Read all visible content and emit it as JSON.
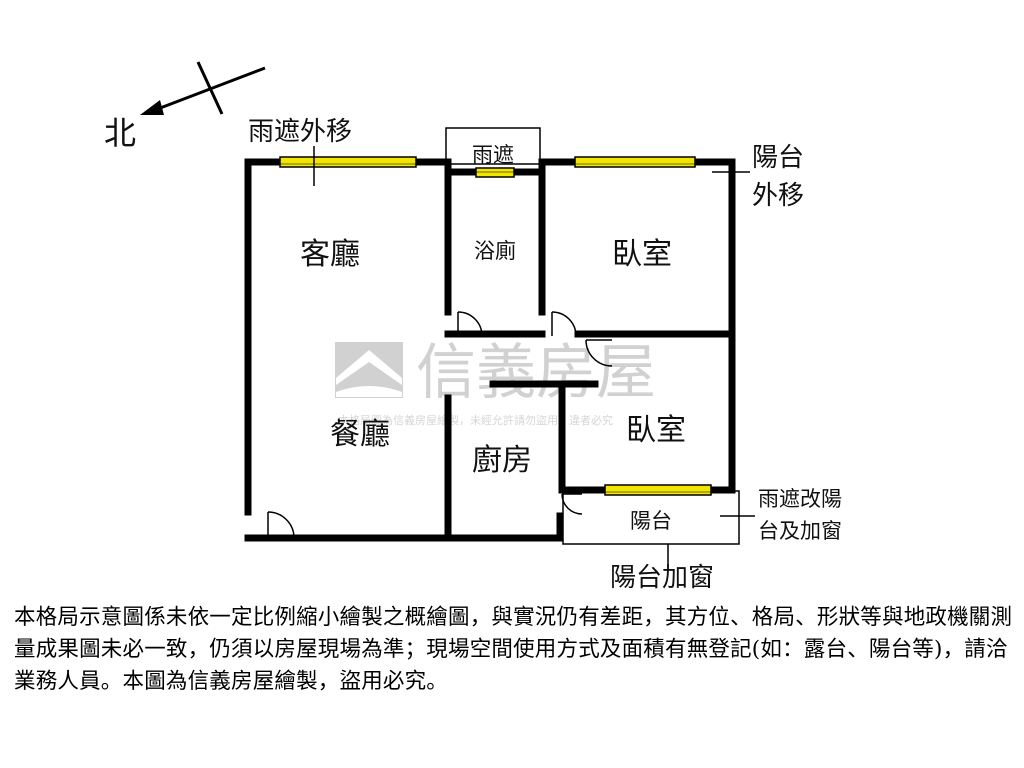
{
  "compass": {
    "north_label": "北"
  },
  "rooms": {
    "living_room": "客廳",
    "dining_room": "餐廳",
    "bathroom": "浴廁",
    "bedroom_1": "臥室",
    "bedroom_2": "臥室",
    "kitchen": "廚房",
    "balcony": "陽台",
    "rain_cover": "雨遮"
  },
  "annotations": {
    "rain_cover_moved_out": "雨遮外移",
    "balcony_moved_out_line1": "陽台",
    "balcony_moved_out_line2": "外移",
    "rain_cover_to_balcony_line1": "雨遮改陽",
    "rain_cover_to_balcony_line2": "台及加窗",
    "balcony_window_added": "陽台加窗"
  },
  "watermark": {
    "brand": "信義房屋",
    "notice": "本格局圖為信義房屋繪製，未經允許請勿盜用，違者必究"
  },
  "colors": {
    "wall": "#000000",
    "window_yellow": "#f2e600",
    "watermark_gray": "#c9c9c9"
  },
  "disclaimer": "本格局示意圖係未依一定比例縮小繪製之概繪圖，與實況仍有差距，其方位、格局、形狀等與地政機關測量成果圖未必一致，仍須以房屋現場為準；現場空間使用方式及面積有無登記(如：露台、陽台等)，請洽業務人員。本圖為信義房屋繪製，盜用必究。"
}
